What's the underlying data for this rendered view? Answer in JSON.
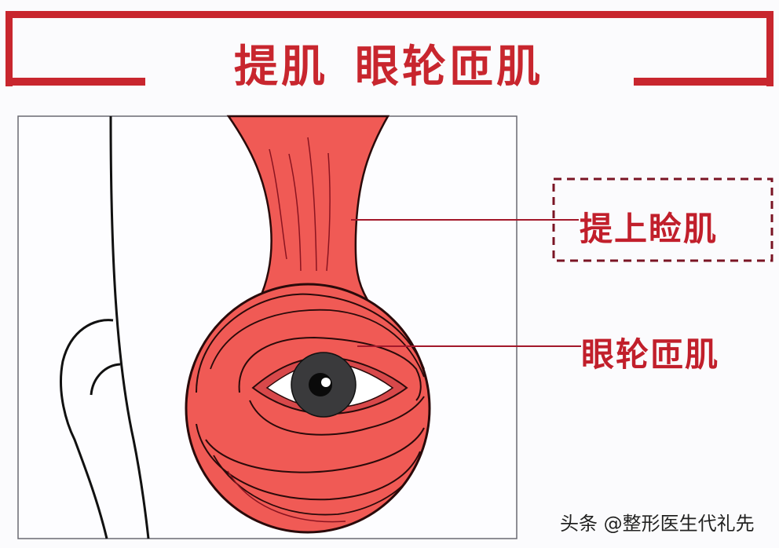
{
  "title": {
    "part1": "提肌",
    "part2": "眼轮匝肌"
  },
  "labels": {
    "levator": "提上睑肌",
    "orbicularis": "眼轮匝肌"
  },
  "watermark": "头条 @整形医生代礼先",
  "colors": {
    "accent_red": "#c8262e",
    "muscle_fill": "#f05a55",
    "muscle_outline": "#2a0a0a",
    "muscle_striation": "#8a1420",
    "label_line": "#a3182a",
    "dashed_box": "#7a1424",
    "outline_black": "#111111",
    "panel_border": "#6a6a72",
    "iris": "#3a3a3c",
    "background": "#fbfbfd"
  }
}
